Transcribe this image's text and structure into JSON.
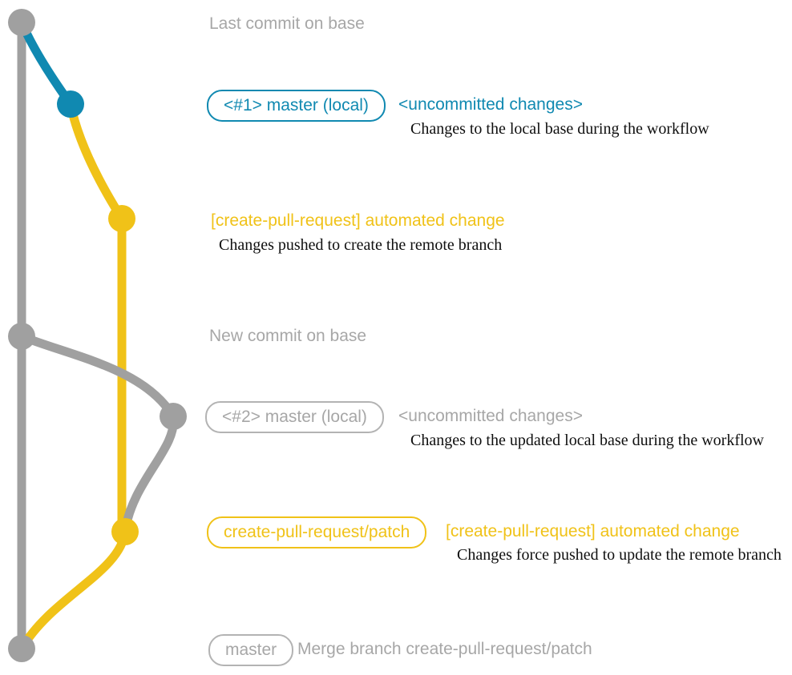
{
  "colors": {
    "base_gray": "#a0a0a0",
    "local_teal": "#1089b1",
    "patch_yellow": "#f0c218"
  },
  "rows": {
    "last_commit": {
      "label": "Last commit on base"
    },
    "master_local_1": {
      "badge": "<#1> master (local)",
      "heading": "<uncommitted changes>",
      "caption": "Changes to the local base during the workflow"
    },
    "cpr_commit_1": {
      "heading": "[create-pull-request] automated change",
      "caption": "Changes pushed to create the remote branch"
    },
    "new_commit": {
      "label": "New commit on base"
    },
    "master_local_2": {
      "badge": "<#2> master (local)",
      "heading": "<uncommitted changes>",
      "caption": "Changes to the updated local base during the workflow"
    },
    "cpr_commit_2": {
      "badge": "create-pull-request/patch",
      "heading": "[create-pull-request] automated change",
      "caption": "Changes force pushed to update the remote branch"
    },
    "merge_commit": {
      "badge": "master",
      "label": "Merge branch create-pull-request/patch"
    }
  }
}
